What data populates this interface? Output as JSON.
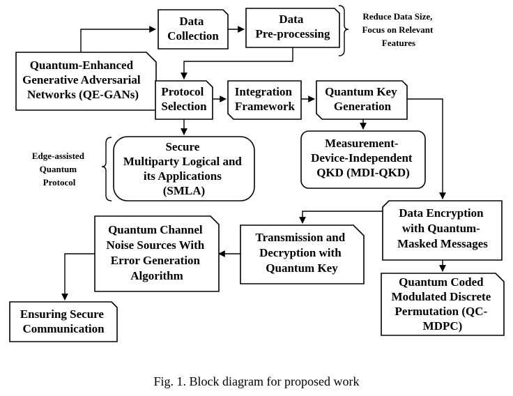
{
  "nodes": {
    "data_collection": [
      "Data",
      "Collection"
    ],
    "data_preprocessing": [
      "Data",
      "Pre-processing"
    ],
    "qe_gans": [
      "Quantum-Enhanced",
      "Generative Adversarial",
      "Networks (QE-GANs)"
    ],
    "protocol_selection": [
      "Protocol",
      "Selection"
    ],
    "integration_framework": [
      "Integration",
      "Framework"
    ],
    "qkd_generation": [
      "Quantum Key",
      "Generation"
    ],
    "mdi_qkd": [
      "Measurement-",
      "Device-Independent",
      "QKD (MDI-QKD)"
    ],
    "smla": [
      "Secure",
      "Multiparty Logical and",
      "its Applications",
      "(SMLA)"
    ],
    "data_encryption": [
      "Data Encryption",
      "with Quantum-",
      "Masked Messages"
    ],
    "qc_mdpc": [
      "Quantum Coded",
      "Modulated Discrete",
      "Permutation (QC-",
      "MDPC)"
    ],
    "transmission": [
      "Transmission and",
      "Decryption with",
      "Quantum Key"
    ],
    "channel_noise": [
      "Quantum Channel",
      "Noise Sources With",
      "Error Generation",
      "Algorithm"
    ],
    "secure_comm": [
      "Ensuring Secure",
      "Communication"
    ]
  },
  "notes": {
    "reduce": [
      "Reduce Data Size,",
      "Focus on Relevant",
      "Features"
    ],
    "edge": [
      "Edge-assisted",
      "Quantum",
      "Protocol"
    ]
  },
  "caption": "Fig. 1. Block diagram for proposed work"
}
